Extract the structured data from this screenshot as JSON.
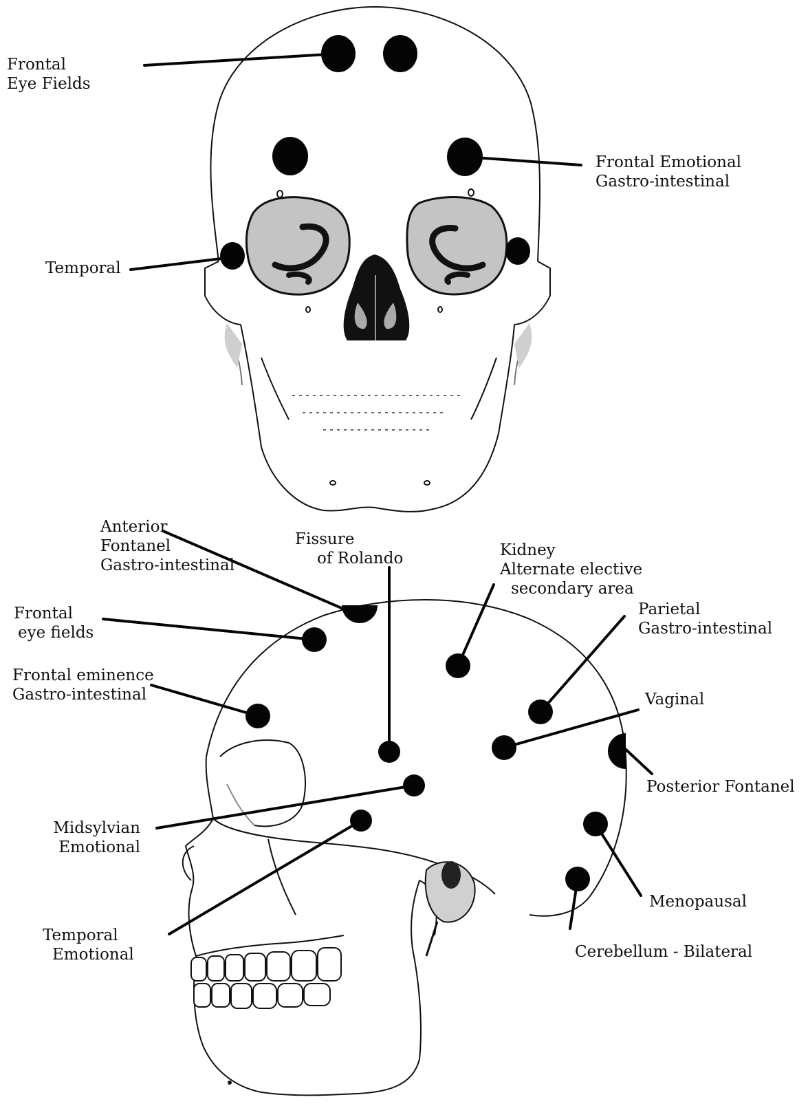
{
  "colors": {
    "ink": "#111111",
    "dot": "#050505",
    "shade": "#b9b9b9",
    "shade_light": "#d6d6d6",
    "paper": "#ffffff"
  },
  "front_view": {
    "labels": {
      "frontal_eye_fields": [
        "Frontal",
        "Eye Fields"
      ],
      "frontal_emotional": [
        "Frontal Emotional",
        "Gastro-intestinal"
      ],
      "temporal": [
        "Temporal"
      ]
    }
  },
  "side_view": {
    "labels": {
      "anterior_fontanel": [
        "Anterior",
        "Fontanel",
        "Gastro-intestinal"
      ],
      "fissure_of_rolando": [
        "Fissure",
        "of Rolando"
      ],
      "kidney": [
        "Kidney",
        "Alternate elective",
        "secondary area"
      ],
      "frontal_eye_fields": [
        "Frontal",
        "eye fields"
      ],
      "parietal": [
        "Parietal",
        "Gastro-intestinal"
      ],
      "frontal_eminence": [
        "Frontal eminence",
        "Gastro-intestinal"
      ],
      "vaginal": [
        "Vaginal"
      ],
      "posterior_fontanel": [
        "Posterior Fontanel"
      ],
      "midsylvian": [
        "Midsylvian",
        "Emotional"
      ],
      "temporal_emotional": [
        "Temporal",
        "Emotional"
      ],
      "menopausal": [
        "Menopausal"
      ],
      "cerebellum": [
        "Cerebellum - Bilateral"
      ]
    }
  }
}
